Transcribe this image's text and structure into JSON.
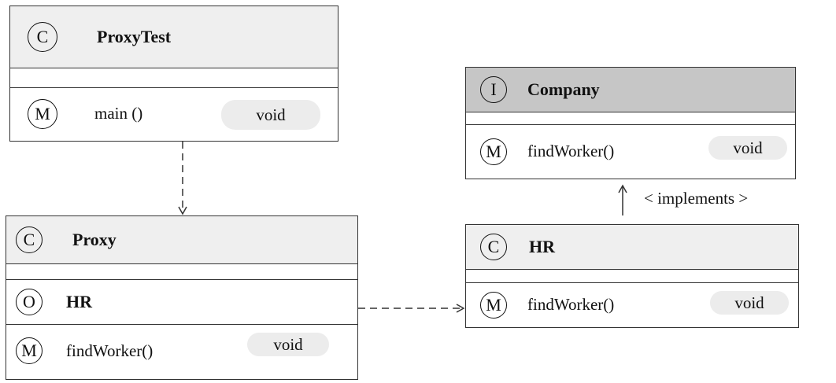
{
  "classes": {
    "proxytest": {
      "stereotype": "C",
      "name": "ProxyTest",
      "method": {
        "stereotype": "M",
        "name": "main ()",
        "type": "void"
      }
    },
    "company": {
      "stereotype": "I",
      "name": "Company",
      "method": {
        "stereotype": "M",
        "name": "findWorker()",
        "type": "void"
      }
    },
    "proxy": {
      "stereotype": "C",
      "name": "Proxy",
      "field": {
        "stereotype": "O",
        "name": "HR"
      },
      "method": {
        "stereotype": "M",
        "name": "findWorker()",
        "type": "void"
      }
    },
    "hr": {
      "stereotype": "C",
      "name": "HR",
      "method": {
        "stereotype": "M",
        "name": "findWorker()",
        "type": "void"
      }
    }
  },
  "relations": {
    "implements_label": "< implements >"
  },
  "colors": {
    "header_light": "#efefef",
    "header_dark": "#c6c6c6",
    "pill": "#ececec",
    "line": "#333333"
  }
}
